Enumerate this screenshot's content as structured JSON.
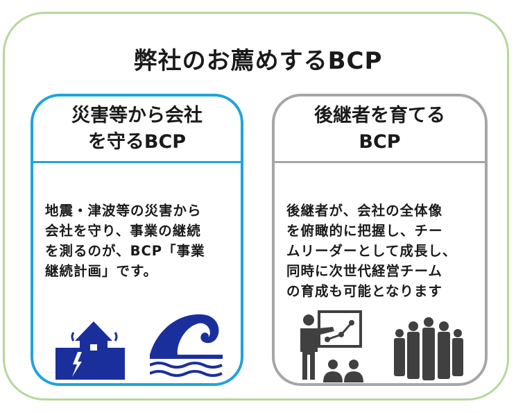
{
  "title": "弊社のお薦めするBCP",
  "cards": [
    {
      "heading_lines": [
        "災害等から会社",
        "を守るBCP"
      ],
      "body_lines": [
        "地震・津波等の災害から",
        "会社を守り、事業の継続",
        "を測るのが、BCP「事業",
        "継続計画」です。"
      ],
      "icons": [
        "earthquake-house-icon",
        "tsunami-wave-icon"
      ],
      "color": "#1ea4dc",
      "icon_color": "#1b2f9c"
    },
    {
      "heading_lines": [
        "後継者を育てる",
        "BCP"
      ],
      "body_lines": [
        "後継者が、会社の全体像",
        "を俯瞰的に把握し、チー",
        "ムリーダーとして成長し、",
        "同時に次世代経営チーム",
        "の育成も可能となります"
      ],
      "icons": [
        "presentation-icon",
        "business-team-icon"
      ],
      "color": "#a6a6a6",
      "icon_color": "#404040"
    }
  ],
  "outer_color": "#b5d89a"
}
